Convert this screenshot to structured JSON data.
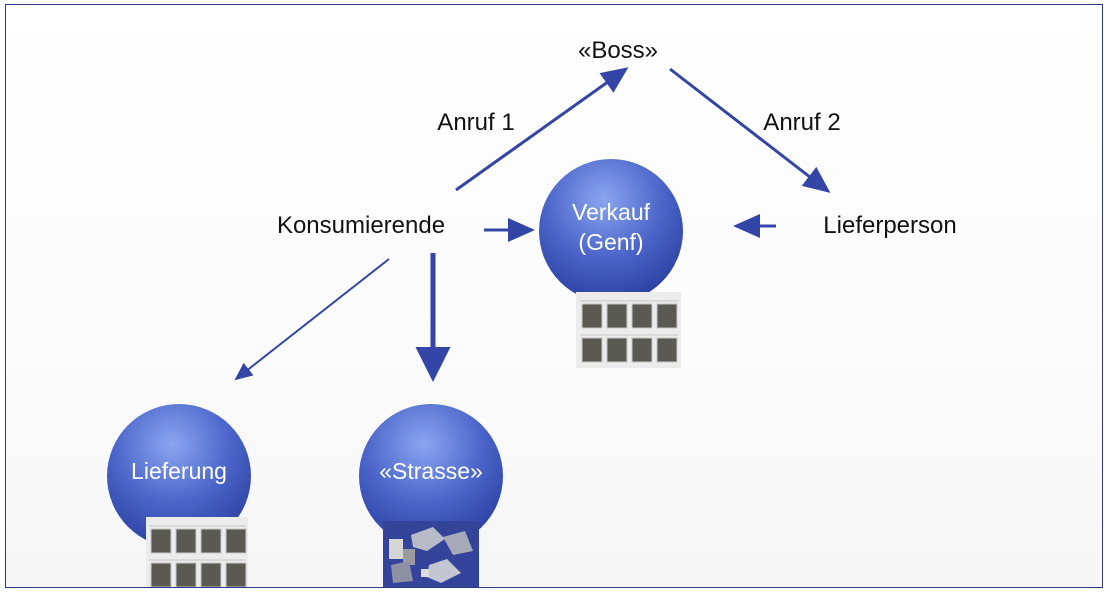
{
  "nodes": {
    "boss": "«Boss»",
    "konsumierende": "Konsumierende",
    "lieferperson": "Lieferperson"
  },
  "edges": {
    "anruf1": "Anruf 1",
    "anruf2": "Anruf 2"
  },
  "circles": {
    "verkauf_line1": "Verkauf",
    "verkauf_line2": "(Genf)",
    "lieferung": "Lieferung",
    "strasse": "«Strasse»"
  },
  "colors": {
    "arrow": "#3345a6",
    "circle_light": "#6f8ee6",
    "circle_dark": "#2a3f9f",
    "border": "#2e3a8c"
  },
  "photos": {
    "packets_icon": "drug-packet-bags-photo",
    "street_icon": "street-drug-wraps-photo"
  }
}
